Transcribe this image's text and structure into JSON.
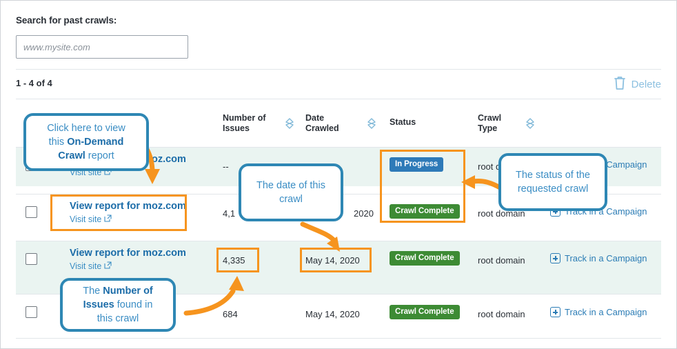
{
  "search": {
    "label": "Search for past crawls:",
    "placeholder": "www.mysite.com",
    "value": ""
  },
  "toolbar": {
    "result_count": "1 - 4 of 4",
    "delete_label": "Delete",
    "delete_icon": "trash-icon"
  },
  "table": {
    "columns": [
      {
        "label": "",
        "sortable": false
      },
      {
        "label": "",
        "sortable": false
      },
      {
        "label": "Number of\nIssues",
        "line1": "Number of",
        "line2": "Issues",
        "sortable": true
      },
      {
        "label": "Date\nCrawled",
        "line1": "Date",
        "line2": "Crawled",
        "sortable": true
      },
      {
        "label": "Status",
        "line1": "Status",
        "line2": "",
        "sortable": false
      },
      {
        "label": "Crawl\nType",
        "line1": "Crawl",
        "line2": "Type",
        "sortable": true
      }
    ],
    "rows": [
      {
        "site_link": "View report for moz.com",
        "visit_label": "Visit site",
        "issues": "--",
        "date": "",
        "status": "In Progress",
        "status_kind": "inprogress",
        "crawl_type": "root domain",
        "track_label": "Track in a Campaign",
        "checked": false
      },
      {
        "site_link": "View report for moz.com",
        "visit_label": "Visit site",
        "issues": "4,1",
        "date": "2020",
        "status": "Crawl Complete",
        "status_kind": "complete",
        "crawl_type": "root domain",
        "track_label": "Track in a Campaign",
        "checked": false
      },
      {
        "site_link": "View report for moz.com",
        "visit_label": "Visit site",
        "issues": "4,335",
        "date": "May 14, 2020",
        "status": "Crawl Complete",
        "status_kind": "complete",
        "crawl_type": "root domain",
        "track_label": "Track in a Campaign",
        "checked": false
      },
      {
        "site_link": "",
        "visit_label": "",
        "issues": "684",
        "date": "May 14, 2020",
        "status": "Crawl Complete",
        "status_kind": "complete",
        "crawl_type": "root domain",
        "track_label": "Track in a Campaign",
        "checked": false
      }
    ]
  },
  "annotations": {
    "callout_report": {
      "line1": "Click here to view",
      "line2_prefix": "this ",
      "line2_bold": "On-Demand",
      "line3_bold": "Crawl",
      "line3_suffix": " report"
    },
    "callout_date": {
      "line1": "The date of this",
      "line2": "crawl"
    },
    "callout_status": {
      "line1": "The status of the",
      "line2": "requested crawl"
    },
    "callout_issues": {
      "line1_prefix": "The ",
      "line1_bold": "Number of",
      "line2_bold": "Issues",
      "line2_suffix": " found in",
      "line3": "this crawl"
    }
  },
  "colors": {
    "accent_blue": "#2e87b4",
    "link_blue": "#1b6ca8",
    "highlight_orange": "#f6941e",
    "status_inprogress": "#2e7ab8",
    "status_complete": "#3d8b34",
    "row_tint": "#eaf4f1"
  }
}
